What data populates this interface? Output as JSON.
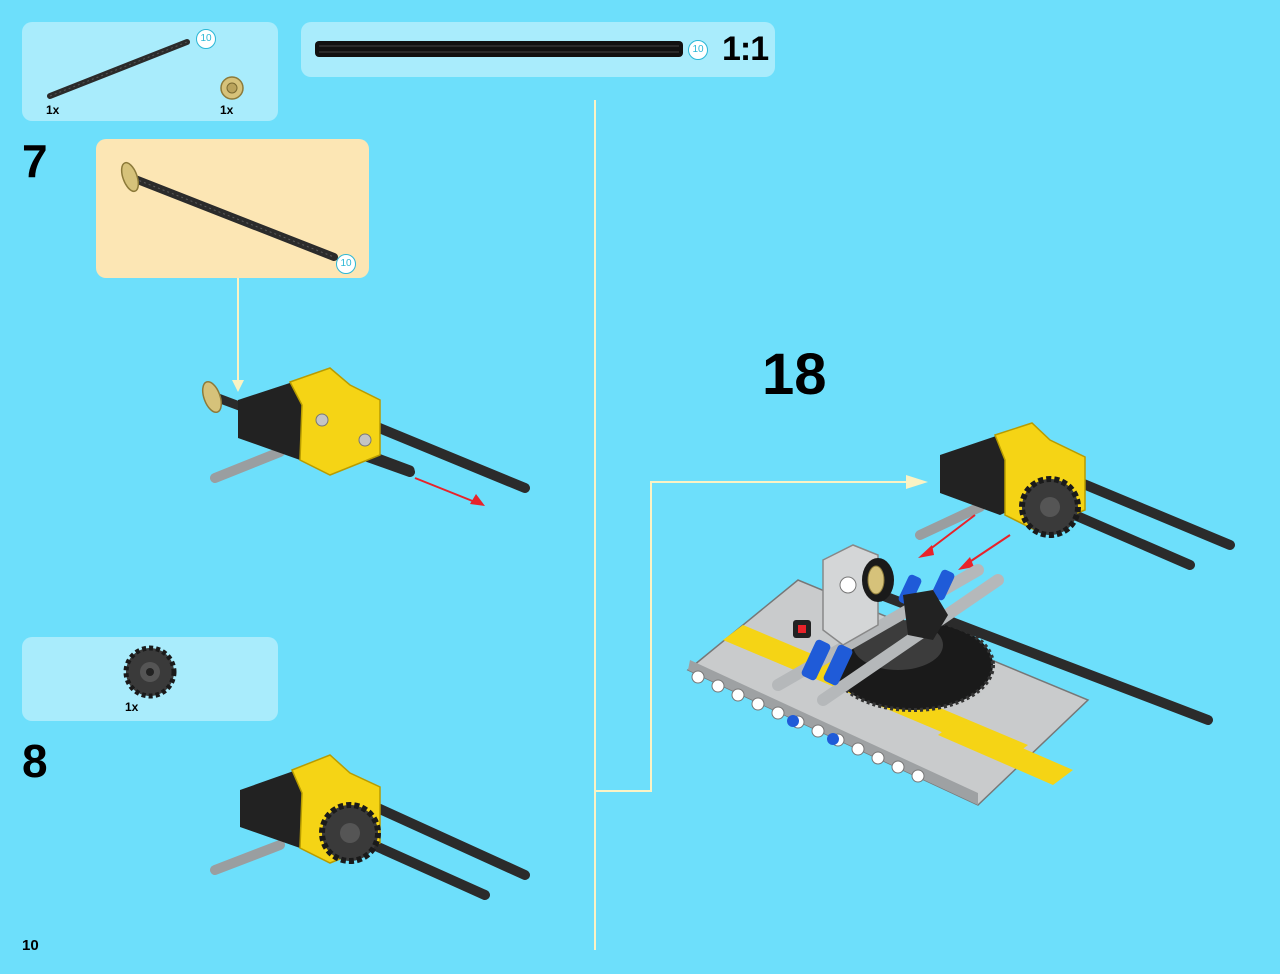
{
  "parts_step7": {
    "axle_qty": "1x",
    "axle_length_badge": "10",
    "bushing_qty": "1x"
  },
  "step7": {
    "number": "7",
    "subassembly_badge": "10"
  },
  "scale": {
    "badge": "10",
    "label": "1:1"
  },
  "parts_step8": {
    "gear_qty": "1x"
  },
  "step8": {
    "number": "8"
  },
  "step18": {
    "number": "18"
  },
  "page": {
    "number": "10"
  },
  "colors": {
    "background": "#6ddffb",
    "parts_panel": "#a9ecfc",
    "subassembly_panel": "#fce6b4",
    "guide_line": "#fbf3c4",
    "brick_yellow": "#f5d415",
    "brick_black": "#222222",
    "brick_gray": "#b5b8ba",
    "brick_blue": "#1f5bd8",
    "arrow_red": "#e8232a"
  }
}
